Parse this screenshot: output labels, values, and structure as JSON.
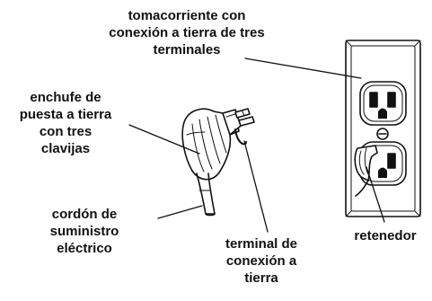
{
  "labels": {
    "outlet": "tomacorriente con\nconexión a tierra de tres\nterminales",
    "plug": "enchufe de\npuesta a tierra\ncon tres\nclavijas",
    "cord": "cordón de\nsuministro\neléctrico",
    "ground_terminal": "terminal de\nconexión a\ntierra",
    "retainer": "retenedor"
  },
  "colors": {
    "ink": "#111111",
    "background": "#ffffff"
  }
}
